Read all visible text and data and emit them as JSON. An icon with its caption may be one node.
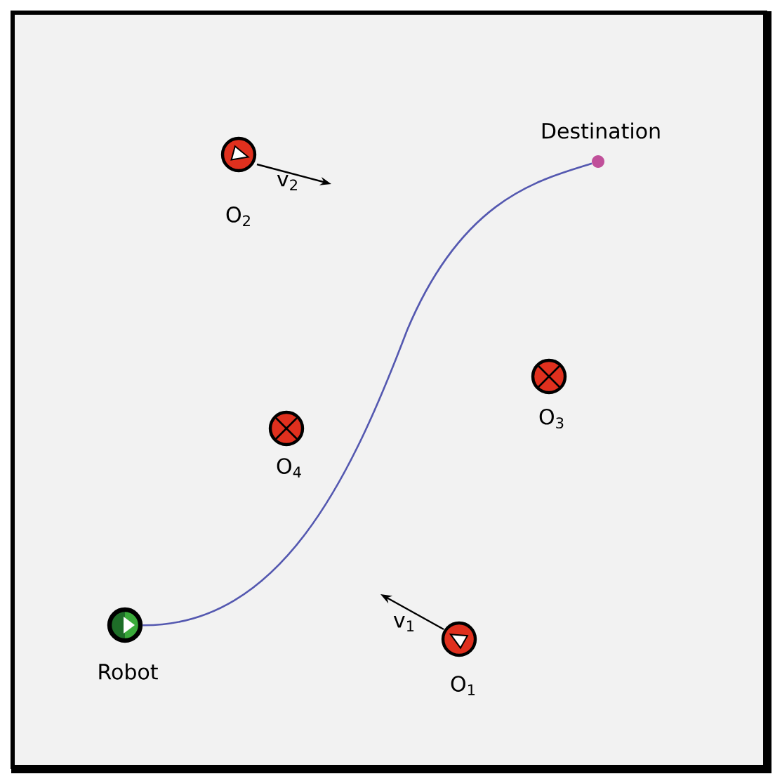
{
  "diagram": {
    "nodes": [
      {
        "text": [],
        "shape": "circle",
        "beside": [
          "O$_{2}$"
        ]
      },
      {
        "text": [],
        "shape": "circle",
        "beside": [
          "Destination"
        ]
      },
      {
        "text": [],
        "shape": "circle",
        "beside": [
          "O$_{3}$"
        ]
      },
      {
        "text": [],
        "shape": "circle",
        "beside": [
          "O$_{4}$"
        ]
      },
      {
        "text": [],
        "shape": "circle",
        "beside": [
          "Robot"
        ]
      },
      {
        "text": [],
        "shape": "circle",
        "beside": [
          "O$_{1}$"
        ]
      }
    ],
    "edges": [
      {
        "from": 4,
        "to": 1,
        "arrow": "none",
        "color": "#5458b0"
      }
    ],
    "labels": [
      "v$_{2}$",
      "v$_{1}$"
    ]
  }
}
